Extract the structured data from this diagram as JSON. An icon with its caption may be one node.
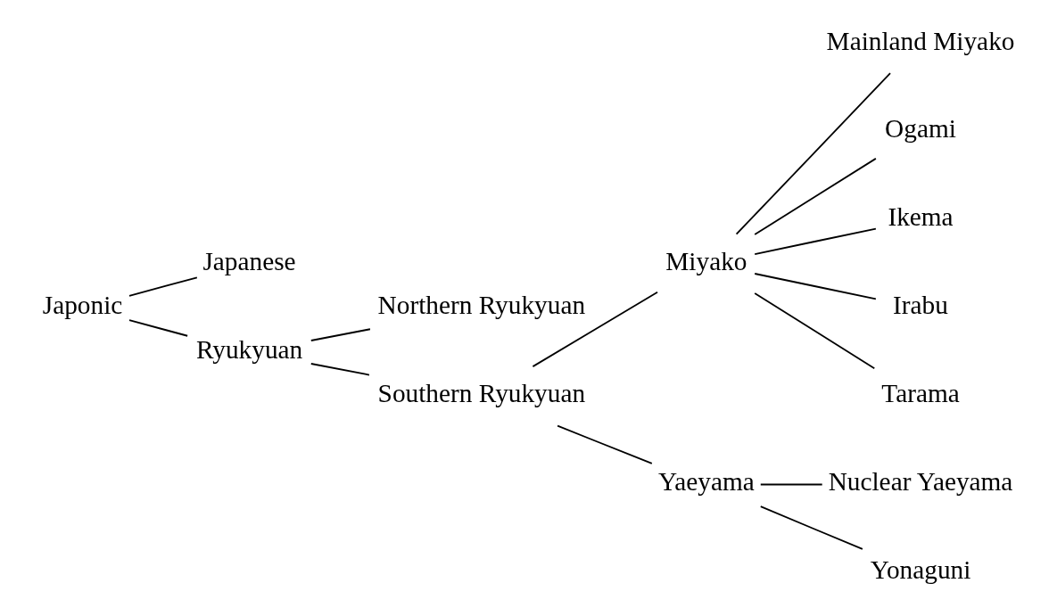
{
  "diagram": {
    "nodes": [
      {
        "text": [
          "Japonic"
        ]
      },
      {
        "text": [
          "Japanese"
        ]
      },
      {
        "text": [
          "Ryukyuan"
        ]
      },
      {
        "text": [
          "Northern Ryukyuan"
        ]
      },
      {
        "text": [
          "Southern Ryukyuan"
        ]
      },
      {
        "text": [
          "Miyako"
        ]
      },
      {
        "text": [
          "Mainland Miyako"
        ]
      },
      {
        "text": [
          "Ogami"
        ]
      },
      {
        "text": [
          "Ikema"
        ]
      },
      {
        "text": [
          "Irabu"
        ]
      },
      {
        "text": [
          "Tarama"
        ]
      },
      {
        "text": [
          "Yaeyama"
        ]
      },
      {
        "text": [
          "Nuclear Yaeyama"
        ]
      },
      {
        "text": [
          "Yonaguni"
        ]
      }
    ],
    "edges": [
      {
        "from": 0,
        "to": 1,
        "arrow": "none"
      },
      {
        "from": 0,
        "to": 2,
        "arrow": "none"
      },
      {
        "from": 2,
        "to": 3,
        "arrow": "none"
      },
      {
        "from": 2,
        "to": 4,
        "arrow": "none"
      },
      {
        "from": 4,
        "to": 5,
        "arrow": "none"
      },
      {
        "from": 4,
        "to": 11,
        "arrow": "none"
      },
      {
        "from": 5,
        "to": 6,
        "arrow": "none"
      },
      {
        "from": 5,
        "to": 7,
        "arrow": "none"
      },
      {
        "from": 5,
        "to": 8,
        "arrow": "none"
      },
      {
        "from": 5,
        "to": 9,
        "arrow": "none"
      },
      {
        "from": 5,
        "to": 10,
        "arrow": "none"
      },
      {
        "from": 11,
        "to": 12,
        "arrow": "none"
      },
      {
        "from": 11,
        "to": 13,
        "arrow": "none"
      }
    ]
  }
}
